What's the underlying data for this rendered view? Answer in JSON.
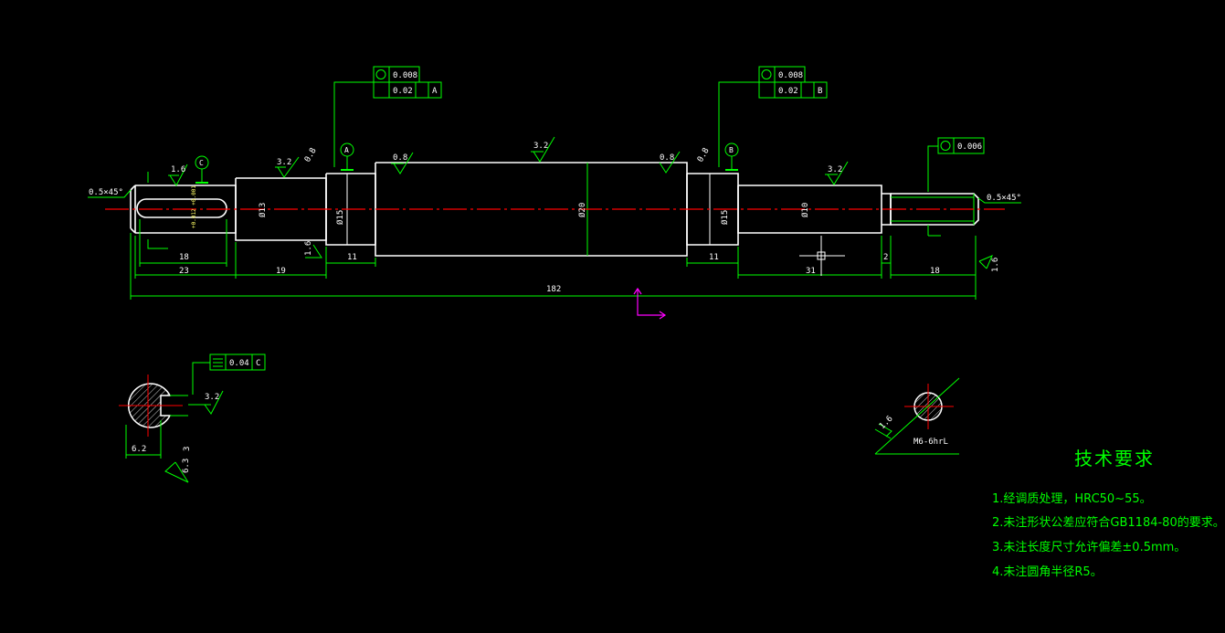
{
  "colors": {
    "background": "#000000",
    "outline": "#ffffff",
    "annotation": "#00ff00",
    "centerline": "#ff0000",
    "ucs": "#ff00ff"
  },
  "dims": {
    "d23": "23",
    "d18a": "18",
    "d19": "19",
    "d11a": "11",
    "d182": "182",
    "d11b": "11",
    "d31": "31",
    "d2": "2",
    "d18b": "18",
    "dia13": "Ø13",
    "dia15a": "Ø15",
    "dia20": "Ø20",
    "dia15b": "Ø15",
    "dia10": "Ø10",
    "cham_left": "0.5×45°",
    "cham_right": "0.5×45°",
    "tol_k6": "+0.012 +0.001"
  },
  "rough": {
    "r1": "1.6",
    "r2": "3.2",
    "r3": "0.8",
    "r4": "3.2",
    "r5": "0.8",
    "r6": "3.2",
    "r7": "1.6",
    "r8": "1.6",
    "r9": "0.8",
    "r10": "0.8",
    "r11": "3.2",
    "r12": "6.3",
    "r13": "1.6"
  },
  "gdt": {
    "left_round": "0.008",
    "left_runout": "0.02",
    "left_ref": "A",
    "right_round": "0.008",
    "right_runout": "0.02",
    "right_ref": "B",
    "thread_round": "0.006",
    "section_sym": "0.04",
    "section_ref": "C"
  },
  "datums": {
    "c": "C",
    "a": "A",
    "b": "B"
  },
  "section": {
    "key_dim": "6.2",
    "width_dim": "3",
    "thread_label": "M6-6hrL"
  },
  "tech": {
    "title": "技术要求",
    "items": [
      "1.经调质处理，HRC50~55。",
      "2.未注形状公差应符合GB1184-80的要求。",
      "3.未注长度尺寸允许偏差±0.5mm。",
      "4.未注圆角半径R5。"
    ]
  }
}
